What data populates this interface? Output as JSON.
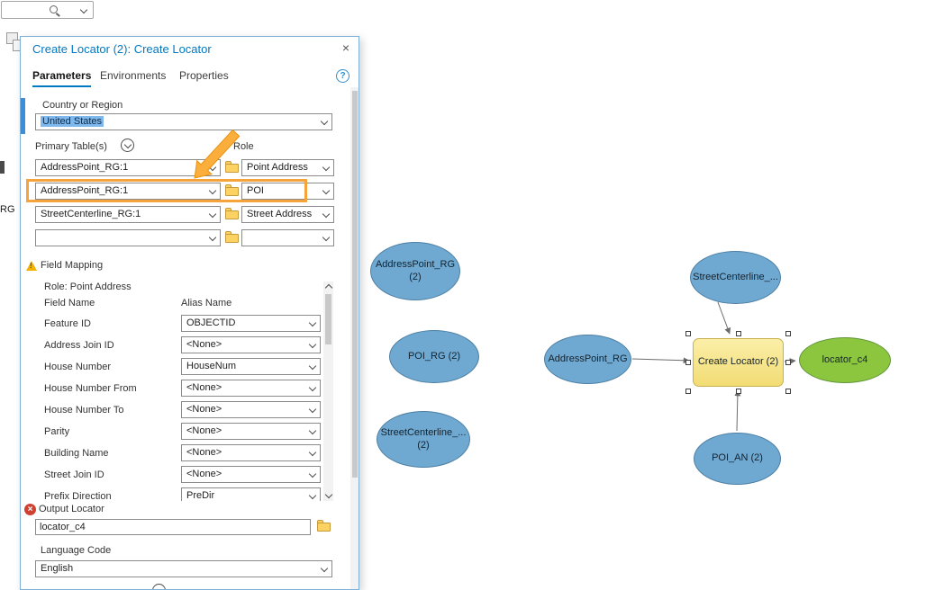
{
  "topbar": {
    "search": {
      "placeholder": ""
    }
  },
  "fragments": {
    "left_text": "RG"
  },
  "icons": {
    "close": "×",
    "help": "?",
    "search": "magnifier",
    "dropdown": "chevron-down",
    "browse": "folder",
    "warning_glyph": "!",
    "error_glyph": "×",
    "collapse": "circle-chevron-down"
  },
  "dialog": {
    "title": "Create Locator (2): Create Locator",
    "tabs": [
      {
        "label": "Parameters",
        "active": true
      },
      {
        "label": "Environments",
        "active": false
      },
      {
        "label": "Properties",
        "active": false
      }
    ],
    "country": {
      "label": "Country or Region",
      "value": "United States"
    },
    "primary_tables": {
      "label": "Primary Table(s)",
      "role_label": "Role",
      "rows": [
        {
          "table": "AddressPoint_RG:1",
          "role": "Point Address",
          "highlighted": false
        },
        {
          "table": "AddressPoint_RG:1",
          "role": "POI",
          "highlighted": true
        },
        {
          "table": "StreetCenterline_RG:1",
          "role": "Street Address",
          "highlighted": false
        },
        {
          "table": "",
          "role": "",
          "highlighted": false
        }
      ]
    },
    "field_mapping": {
      "label": "Field Mapping",
      "role_heading": "Role: Point Address",
      "columns": {
        "field": "Field Name",
        "alias": "Alias Name"
      },
      "rows": [
        {
          "field": "Feature ID",
          "alias": "OBJECTID"
        },
        {
          "field": "Address Join ID",
          "alias": "<None>"
        },
        {
          "field": "House Number",
          "alias": "HouseNum"
        },
        {
          "field": "House Number From",
          "alias": "<None>"
        },
        {
          "field": "House Number To",
          "alias": "<None>"
        },
        {
          "field": "Parity",
          "alias": "<None>"
        },
        {
          "field": "Building Name",
          "alias": "<None>"
        },
        {
          "field": "Street Join ID",
          "alias": "<None>"
        },
        {
          "field": "Prefix Direction",
          "alias": "PreDir"
        }
      ]
    },
    "output_locator": {
      "label": "Output Locator",
      "value": "locator_c4"
    },
    "language_code": {
      "label": "Language Code",
      "value": "English"
    }
  },
  "canvas": {
    "nodes": [
      {
        "label": "AddressPoint_RG\n(2)",
        "type": "data"
      },
      {
        "label": "POI_RG (2)",
        "type": "data"
      },
      {
        "label": "StreetCenterline_...\n(2)",
        "type": "data"
      },
      {
        "label": "StreetCenterline_...",
        "type": "data"
      },
      {
        "label": "AddressPoint_RG",
        "type": "data"
      },
      {
        "label": "POI_AN (2)",
        "type": "data"
      },
      {
        "label": "Create Locator (2)",
        "type": "tool",
        "selected": true
      },
      {
        "label": "locator_c4",
        "type": "output"
      }
    ]
  },
  "colors": {
    "accent_blue": "#0079C1",
    "selection_blue": "#7FB8EC",
    "data_node_fill": "#6FA9D1",
    "data_node_border": "#4D7FA3",
    "tool_fill": "#F7E58F",
    "tool_border": "#C9B04E",
    "output_fill": "#8CC63F",
    "output_border": "#61953B",
    "highlight_orange": "#F5A43B",
    "error_red": "#CF4232",
    "warning_yellow": "#F2B200",
    "folder_yellow": "#FCD262"
  }
}
